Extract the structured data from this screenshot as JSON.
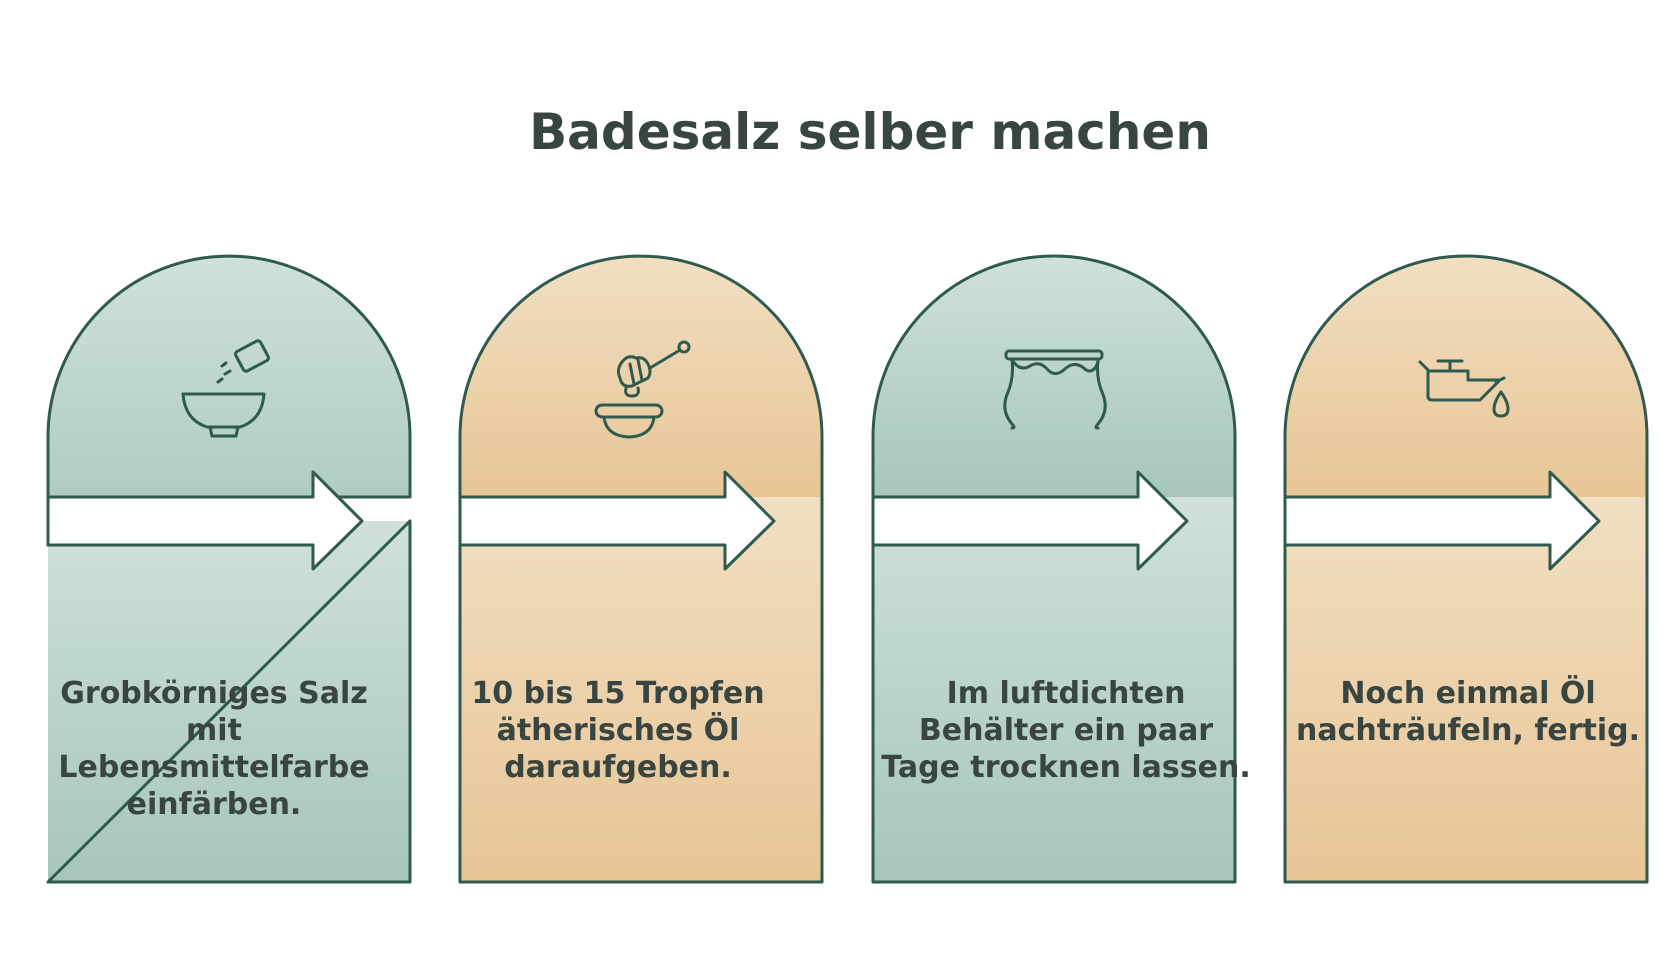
{
  "title": "Badesalz selber machen",
  "colors": {
    "stroke": "#2f5a50",
    "green_top": "#cfe1da",
    "green_bottom": "#a6c6bc",
    "tan_top": "#f1dfc2",
    "tan_bottom": "#e8c595",
    "text": "#384541"
  },
  "steps": [
    {
      "theme": "green",
      "icon": "bowl-salt-shaker-icon",
      "lines": [
        "Grobkörniges Salz",
        "mit",
        "Lebensmittelfarbe",
        "einfärben."
      ]
    },
    {
      "theme": "tan",
      "icon": "honey-dipper-bowl-icon",
      "lines": [
        "10 bis 15 Tropfen",
        "ätherisches Öl",
        "daraufgeben."
      ]
    },
    {
      "theme": "green",
      "icon": "sealed-jar-icon",
      "lines": [
        "Im luftdichten",
        "Behälter ein paar",
        "Tage trocknen lassen."
      ]
    },
    {
      "theme": "tan",
      "icon": "oil-can-icon",
      "lines": [
        "Noch einmal Öl",
        "nachträufeln, fertig."
      ]
    }
  ]
}
